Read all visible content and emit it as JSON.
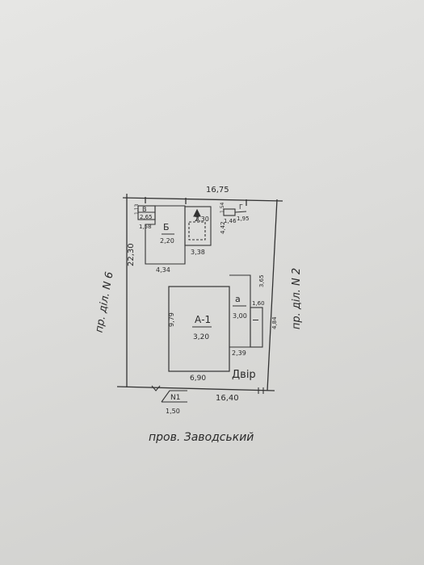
{
  "plan": {
    "plot_top_width": "16,75",
    "plot_bottom_width": "16,40",
    "plot_left_length": "22,30",
    "street_left": "пр. діл. N 6",
    "street_right": "пр. діл. N 2",
    "street_bottom": "пров. Заводський",
    "yard_label": "Двір",
    "gate_label": "N1",
    "gate_width": "1,50",
    "buildings": [
      {
        "id": "В",
        "height": "2,65",
        "w": "1,58",
        "side": "1,13"
      },
      {
        "id": "Б",
        "height": "2,20",
        "w": "4,34"
      },
      {
        "id": "Д",
        "height": "2,30",
        "w": "3,38",
        "side": "4,42"
      },
      {
        "id": "Г",
        "height": "1,46",
        "w": "1,95",
        "side": "1,54"
      },
      {
        "id": "А-1",
        "height": "3,20",
        "w": "6,90",
        "side": "9,79"
      },
      {
        "id": "а",
        "height": "3,00",
        "w": "2,39",
        "side": "3,65"
      },
      {
        "id": "I",
        "height": "",
        "w": "1,60",
        "side": "4,84"
      }
    ]
  }
}
